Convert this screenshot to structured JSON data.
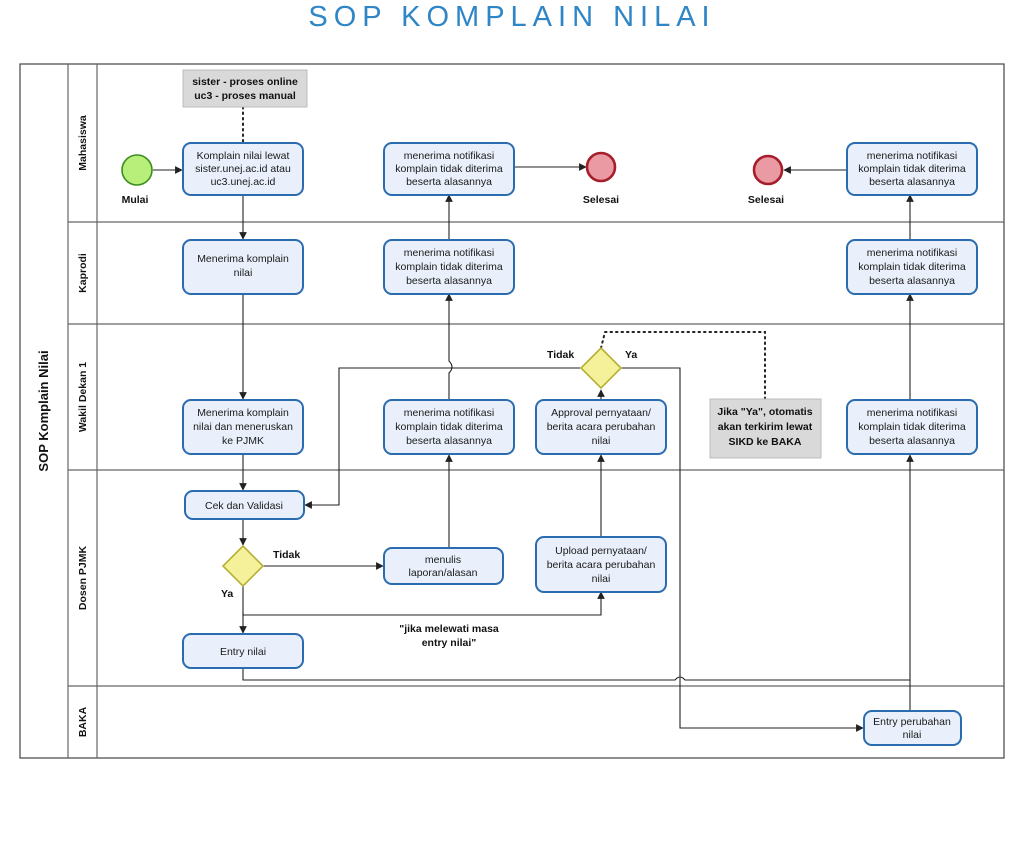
{
  "title": "SOP KOMPLAIN NILAI",
  "pool": {
    "label": "SOP Komplain Nilai"
  },
  "lanes": {
    "mahasiswa": "Mahasiswa",
    "kaprodi": "Kaprodi",
    "wakil_dekan": "Wakil Dekan 1",
    "dosen": "Dosen PJMK",
    "baka": "BAKA"
  },
  "annotations": {
    "sister": [
      "sister - proses online",
      "uc3 - proses manual"
    ],
    "otomatis": [
      "Jika \"Ya\", otomatis",
      "akan terkirim lewat",
      "SIKD ke BAKA"
    ],
    "masa": [
      "\"jika melewati masa",
      "entry nilai\""
    ]
  },
  "events": {
    "start": "Mulai",
    "end_1": "Selesai",
    "end_2": "Selesai"
  },
  "tasks": {
    "komplain": [
      "Komplain nilai lewat",
      "sister.unej.ac.id atau",
      "uc3.unej.ac.id"
    ],
    "notif_mhs_1": [
      "menerima notifikasi",
      "komplain tidak diterima",
      "beserta alasannya"
    ],
    "notif_mhs_2": [
      "menerima notifikasi",
      "komplain tidak diterima",
      "beserta alasannya"
    ],
    "kaprodi_terima": [
      "Menerima komplain",
      "nilai"
    ],
    "notif_kaprodi_1": [
      "menerima notifikasi",
      "komplain tidak diterima",
      "beserta alasannya"
    ],
    "notif_kaprodi_2": [
      "menerima notifikasi",
      "komplain tidak diterima",
      "beserta alasannya"
    ],
    "wd_terima": [
      "Menerima komplain",
      "nilai dan meneruskan",
      "ke PJMK"
    ],
    "notif_wd_1": [
      "menerima notifikasi",
      "komplain tidak diterima",
      "beserta alasannya"
    ],
    "approval": [
      "Approval pernyataan/",
      "berita acara perubahan",
      "nilai"
    ],
    "notif_wd_2": [
      "menerima notifikasi",
      "komplain tidak diterima",
      "beserta alasannya"
    ],
    "cek": [
      "Cek dan Validasi"
    ],
    "menulis": [
      "menulis",
      "laporan/alasan"
    ],
    "upload": [
      "Upload pernyataan/",
      "berita acara perubahan",
      "nilai"
    ],
    "entry": [
      "Entry nilai"
    ],
    "entry_perubahan": [
      "Entry perubahan",
      "nilai"
    ]
  },
  "flow_labels": {
    "dosen_tidak": "Tidak",
    "dosen_ya": "Ya",
    "wd_tidak": "Tidak",
    "wd_ya": "Ya"
  },
  "colors": {
    "title": "#2f86c6",
    "task_fill": "#e9f0fb",
    "task_border": "#2b6cb0",
    "gateway_fill": "#f5f19a",
    "start_fill": "#b7ef7a",
    "end_fill": "#e99aa2",
    "annotation_fill": "#d9d9d9"
  }
}
